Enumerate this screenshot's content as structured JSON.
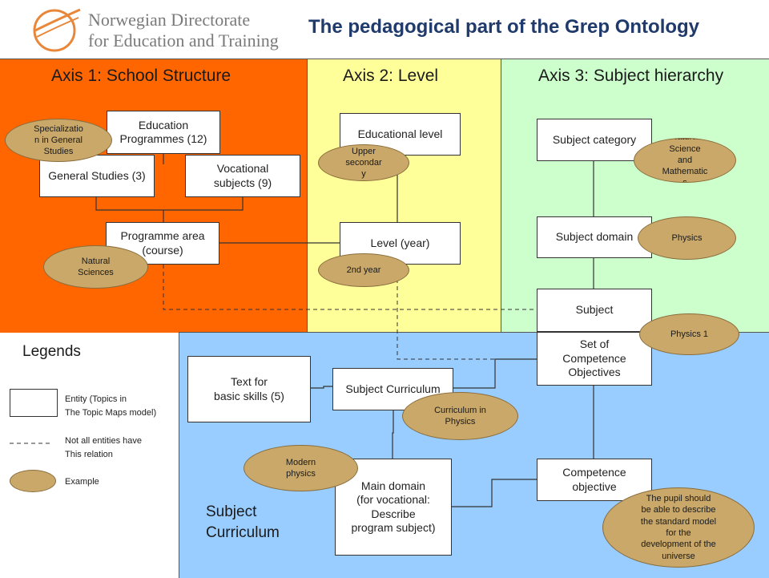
{
  "header": {
    "org_name": "Norwegian Directorate\nfor Education and Training",
    "title": "The pedagogical part of the Grep Ontology"
  },
  "colors": {
    "axis1_bg": "#ff6600",
    "axis2_bg": "#ffff99",
    "axis3_bg": "#ccffcc",
    "curriculum_bg": "#99ccff",
    "example_fill": "#c9a86a",
    "title_color": "#1f3a6b",
    "logo_color": "#e8873a"
  },
  "axes": {
    "axis1": "Axis 1: School Structure",
    "axis2": "Axis 2: Level",
    "axis3": "Axis 3: Subject hierarchy"
  },
  "entities": {
    "education_programmes": "Education\nProgrammes (12)",
    "general_studies": "General Studies (3)",
    "vocational_subjects": "Vocational\nsubjects (9)",
    "programme_area": "Programme area\n(course)",
    "educational_level": "Educational level",
    "level_year": "Level (year)",
    "subject_category": "Subject category",
    "subject_domain": "Subject domain",
    "subject": "Subject",
    "set_of_competence": "Set of\nCompetence\nObjectives",
    "competence_objective": "Competence\nobjective",
    "text_basic_skills": "Text for\nbasic skills (5)",
    "subject_curriculum": "Subject Curriculum",
    "main_domain": "Main domain\n(for vocational:\nDescribe\nprogram subject)"
  },
  "examples": {
    "specialization": "Specializatio\nn in General\nStudies",
    "natural_sciences": "Natural\nSciences",
    "upper_secondary": "Upper\nsecondar\ny",
    "second_year": "2nd year",
    "natural_science_math": "Natural\nScience\nand\nMathematic\ns",
    "physics": "Physics",
    "physics1": "Physics 1",
    "curriculum_physics": "Curriculum in\nPhysics",
    "modern_physics": "Modern\nphysics",
    "pupil_should": "The pupil should\nbe able to describe\nthe standard model\nfor the\ndevelopment of the\nuniverse"
  },
  "section_label": "Subject\nCurriculum",
  "legend": {
    "title": "Legends",
    "entity": "Entity (Topics in\nThe Topic Maps model)",
    "dashed": "Not all entities have\nThis relation",
    "example": "Example"
  }
}
